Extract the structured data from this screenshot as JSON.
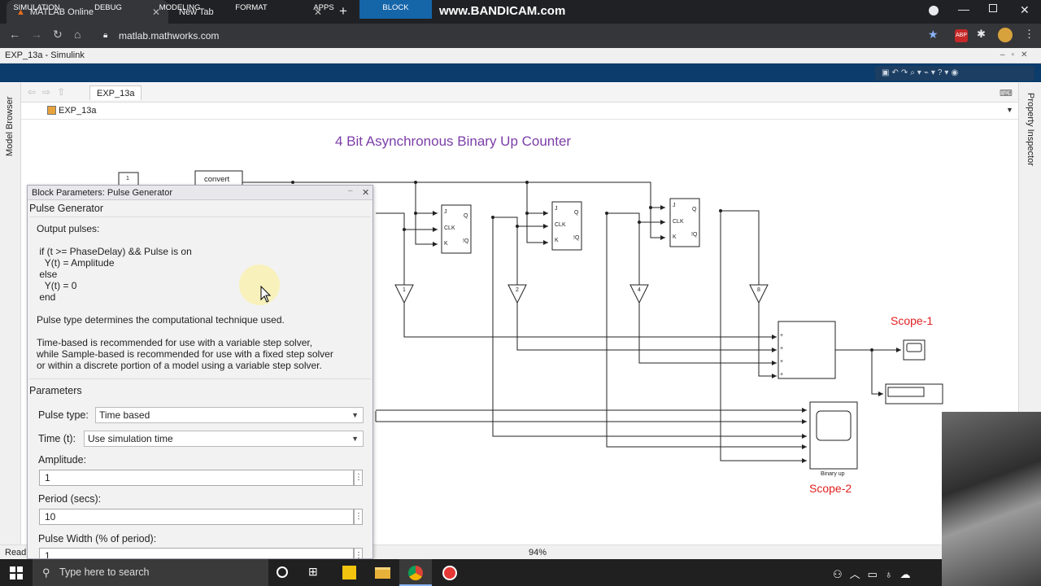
{
  "browser": {
    "tabs": [
      {
        "label": "MATLAB Online",
        "active": true
      },
      {
        "label": "New Tab",
        "active": false
      }
    ],
    "watermark": "www.BANDICAM.com",
    "url": "matlab.mathworks.com",
    "icons": [
      "back-icon",
      "forward-icon",
      "reload-icon",
      "home-icon",
      "lock-icon",
      "star-icon",
      "abp-icon",
      "puzzle-icon",
      "profile-icon",
      "menu-icon"
    ]
  },
  "window": {
    "title": "EXP_13a - Simulink"
  },
  "ribbon": {
    "tabs": [
      "SIMULATION",
      "DEBUG",
      "MODELING",
      "FORMAT",
      "APPS",
      "BLOCK"
    ],
    "active_tab": "BLOCK"
  },
  "editor": {
    "breadcrumb_tab": "EXP_13a",
    "address": "EXP_13a",
    "left_panel_label": "Model Browser",
    "right_panel_label": "Property Inspector",
    "status_left": "Read",
    "zoom": "94%"
  },
  "diagram": {
    "title": "4 Bit Asynchronous Binary Up Counter",
    "const_block": "1",
    "convert_block": "convert",
    "ff_labels": {
      "j": "J",
      "clk": "CLK",
      "k": "K",
      "q": "Q",
      "qn": "!Q"
    },
    "gains": [
      "1",
      "2",
      "4",
      "8"
    ],
    "sum_ports": [
      "+",
      "+",
      "+",
      "+"
    ],
    "scope1_label": "Scope-1",
    "scope2_label": "Scope-2",
    "scope2_caption": "Binary up"
  },
  "dialog": {
    "title": "Block Parameters: Pulse Generator",
    "block_name": "Pulse Generator",
    "description": "Output pulses:\n\n if (t >= PhaseDelay) && Pulse is on\n   Y(t) = Amplitude\n else\n   Y(t) = 0\n end\n\nPulse type determines the computational technique used.\n\nTime-based is recommended for use with a variable step solver,\nwhile Sample-based is recommended for use with a fixed step solver\nor within a discrete portion of a model using a variable step solver.",
    "params_header": "Parameters",
    "pulse_type_label": "Pulse type:",
    "pulse_type_value": "Time based",
    "time_label": "Time (t):",
    "time_value": "Use simulation time",
    "amplitude_label": "Amplitude:",
    "amplitude_value": "1",
    "period_label": "Period (secs):",
    "period_value": "10",
    "width_label": "Pulse Width (% of period):",
    "width_value": "1"
  },
  "taskbar": {
    "search_placeholder": "Type here to search",
    "icons": [
      "windows-icon",
      "cortana-icon",
      "task-view-icon",
      "sticky-notes-icon",
      "file-explorer-icon",
      "chrome-icon",
      "bandicam-icon"
    ]
  }
}
